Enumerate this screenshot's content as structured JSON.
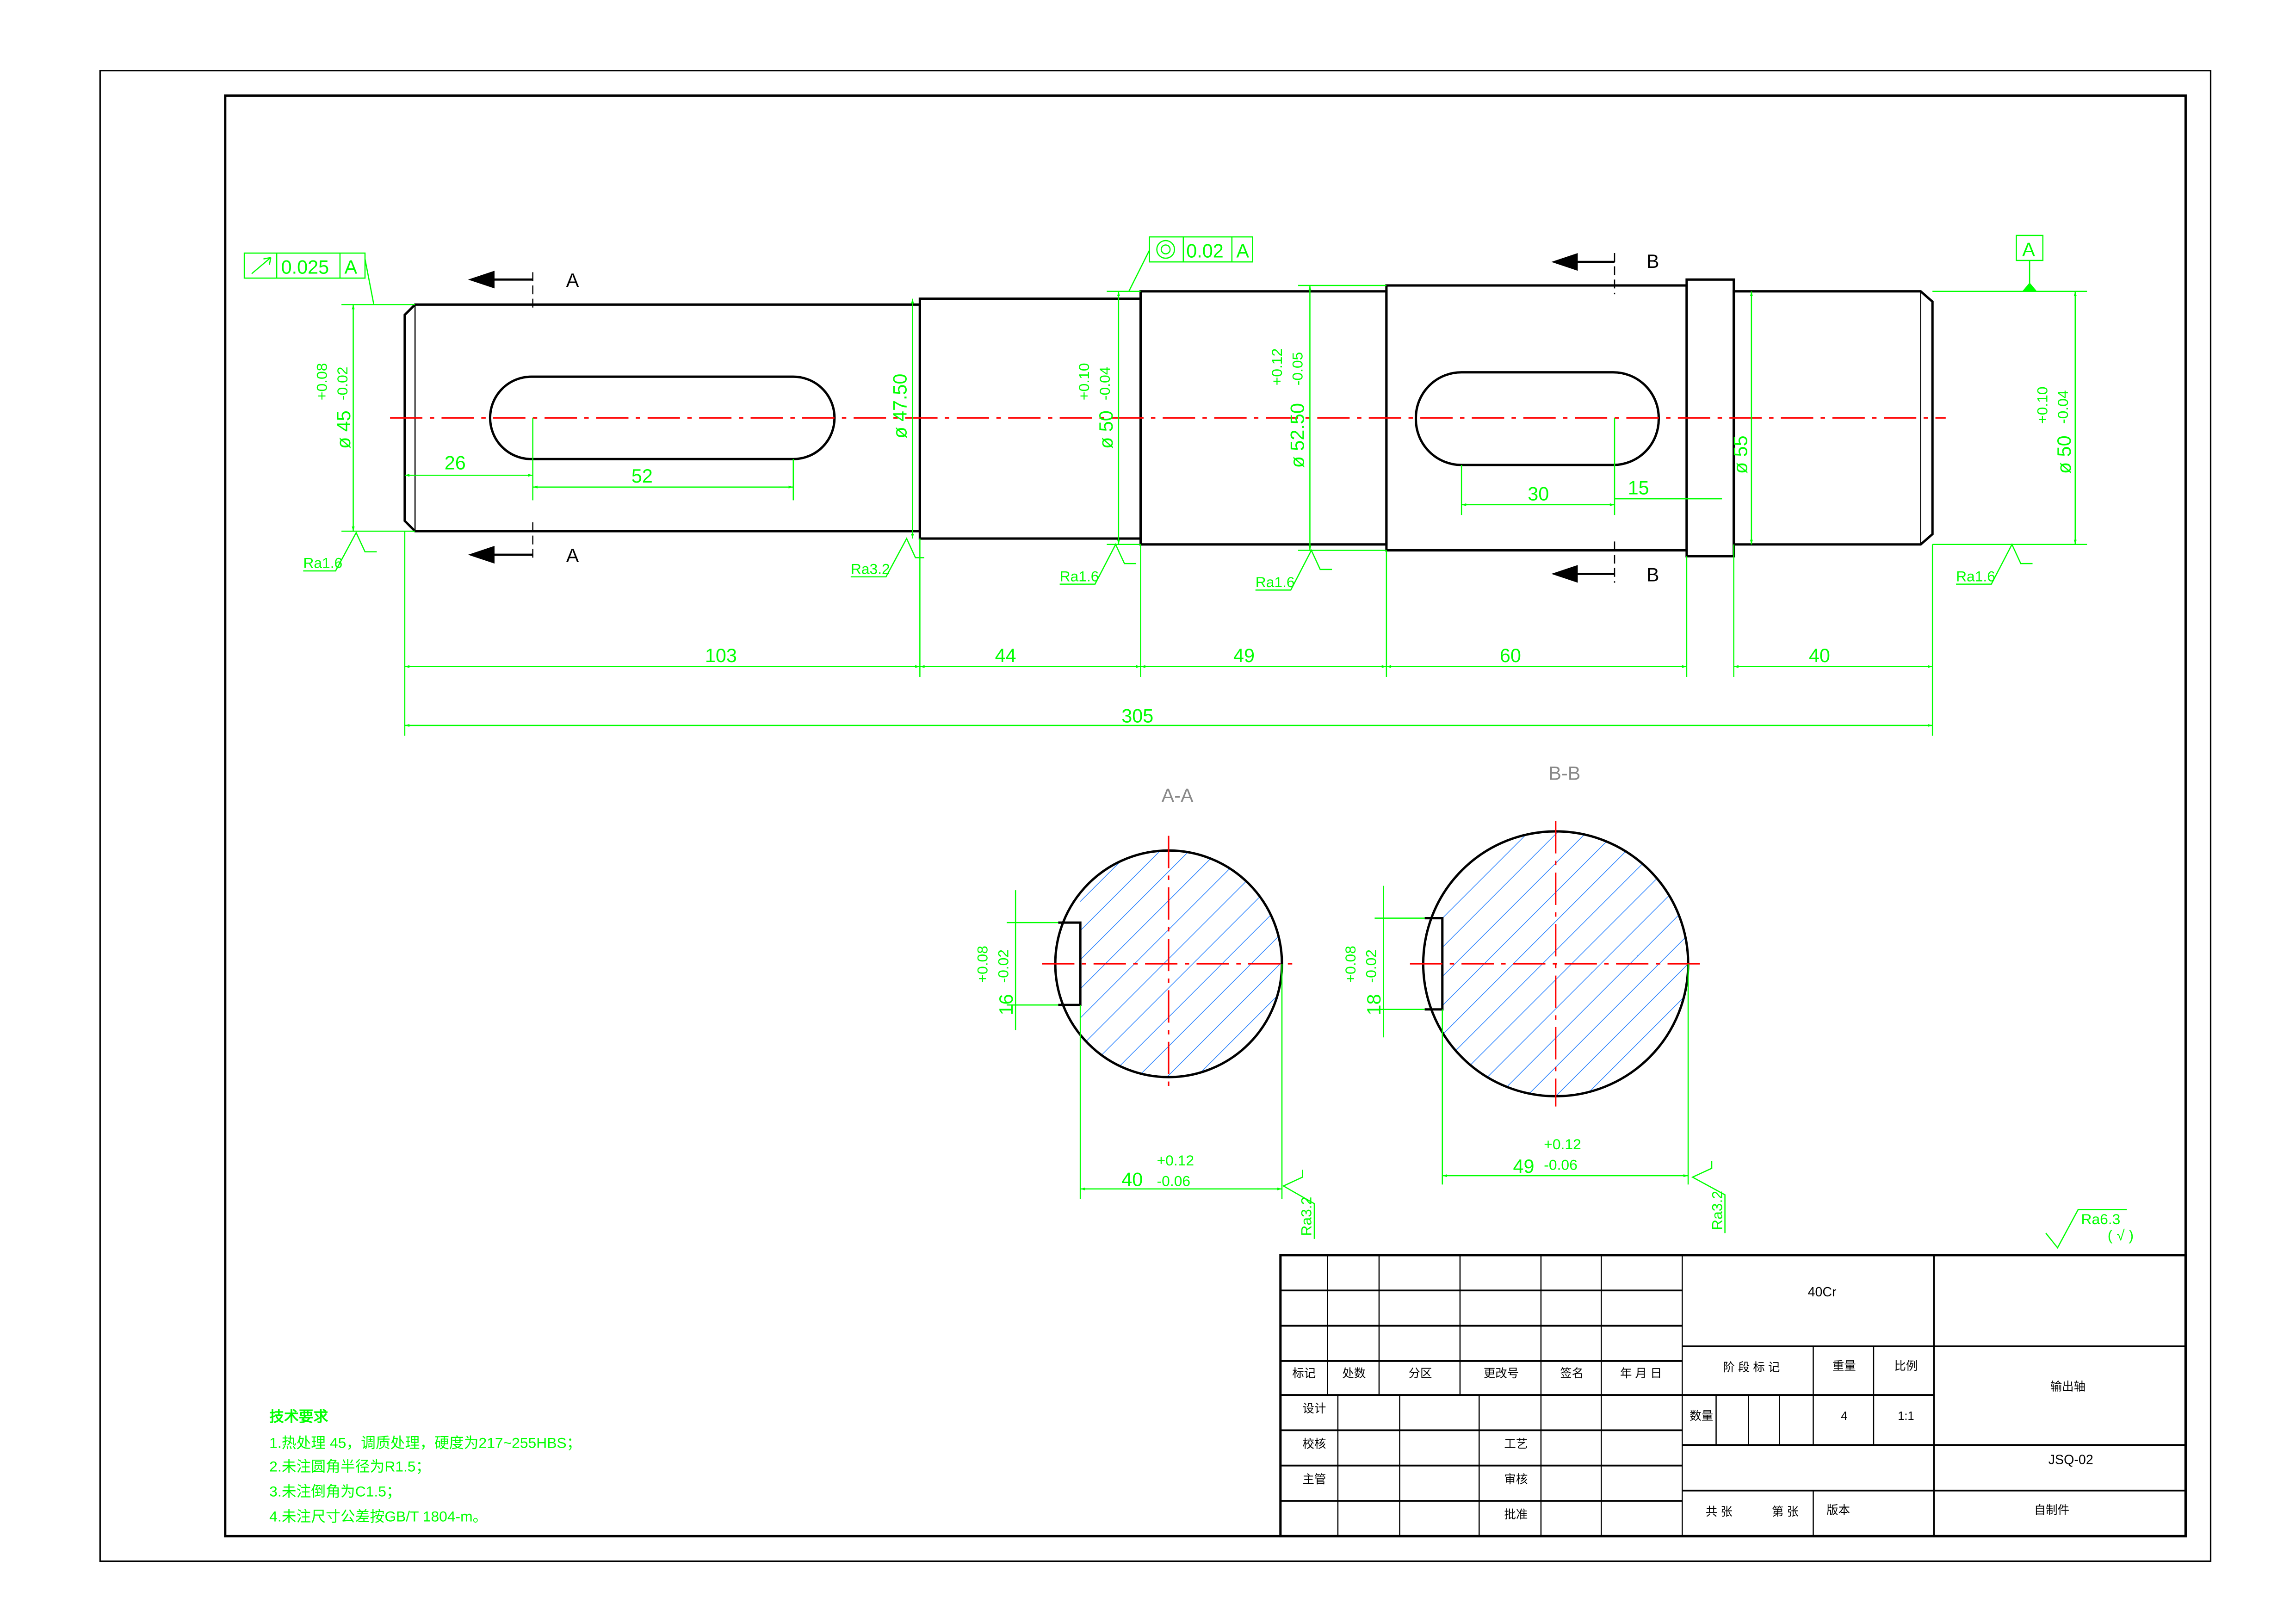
{
  "colors": {
    "dimension": "#00ff00",
    "centerline": "#ff0000",
    "outline": "#000000",
    "hatch": "#1e7bff"
  },
  "gdt": {
    "runout": {
      "symbol": "runout",
      "value": "0.025",
      "datum": "A"
    },
    "concentricity": {
      "symbol": "concentricity",
      "value": "0.02",
      "datum": "A"
    },
    "datum_label": "A"
  },
  "section_marks": {
    "a": "A",
    "b": "B"
  },
  "diameters": {
    "d1": {
      "text": "ø 45",
      "upper": "+0.08",
      "lower": "-0.02"
    },
    "d2": {
      "text": "ø 47.50"
    },
    "d3": {
      "text": "ø 50",
      "upper": "+0.10",
      "lower": "-0.04"
    },
    "d4": {
      "text": "ø 52.50",
      "upper": "+0.12",
      "lower": "-0.05"
    },
    "d5": {
      "text": "ø 55"
    },
    "d6": {
      "text": "ø 50",
      "upper": "+0.10",
      "lower": "-0.04"
    }
  },
  "lengths": {
    "key1_offset": "26",
    "key1_len": "52",
    "key2_len": "30",
    "key2_offset": "15",
    "seg1": "103",
    "seg2": "44",
    "seg3": "49",
    "seg4": "60",
    "seg6": "40",
    "total": "305"
  },
  "roughness": {
    "r1": "Ra1.6",
    "r2": "Ra3.2",
    "r3": "Ra1.6",
    "r4": "Ra1.6",
    "r5": "Ra1.6",
    "r6": "Ra3.2",
    "r7": "Ra3.2",
    "general": "Ra6.3",
    "general_paren": "( √ )"
  },
  "sections": {
    "aa": {
      "title": "A-A",
      "width": "16",
      "w_upper": "+0.08",
      "w_lower": "-0.02",
      "depth": "40",
      "d_upper": "+0.12",
      "d_lower": "-0.06"
    },
    "bb": {
      "title": "B-B",
      "width": "18",
      "w_upper": "+0.08",
      "w_lower": "-0.02",
      "depth": "49",
      "d_upper": "+0.12",
      "d_lower": "-0.06"
    }
  },
  "tech_requirements": {
    "title": "技术要求",
    "items": [
      "1.热处理 45，调质处理，硬度为217~255HBS；",
      "2.未注圆角半径为R1.5；",
      "3.未注倒角为C1.5；",
      "4.未注尺寸公差按GB/T 1804-m。"
    ]
  },
  "title_block": {
    "material": "40Cr",
    "part_name": "输出轴",
    "drawing_no": "JSQ-02",
    "type": "自制件",
    "headers": {
      "mark": "标记",
      "count": "处数",
      "zone": "分区",
      "change_no": "更改号",
      "sign": "签名",
      "date": "年 月 日",
      "stage": "阶 段 标 记",
      "weight": "重量",
      "scale": "比例",
      "quantity": "数量",
      "design": "设计",
      "check": "校核",
      "process": "工艺",
      "supervisor": "主管",
      "review": "审核",
      "approve": "批准",
      "total_sheets": "共  张",
      "sheet_no": "第  张",
      "version": "版本"
    },
    "quantity_value": "4",
    "scale_value": "1:1"
  }
}
